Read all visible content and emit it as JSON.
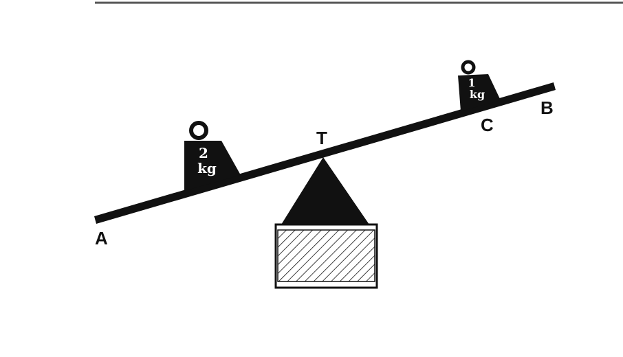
{
  "colors": {
    "ink": "#111111",
    "rule": "#555555",
    "background": "#ffffff"
  },
  "points": {
    "a": "A",
    "b": "B",
    "c": "C",
    "t": "T"
  },
  "weights": {
    "left": {
      "value": "2",
      "unit": "kg"
    },
    "right": {
      "value": "1",
      "unit": "kg"
    }
  }
}
